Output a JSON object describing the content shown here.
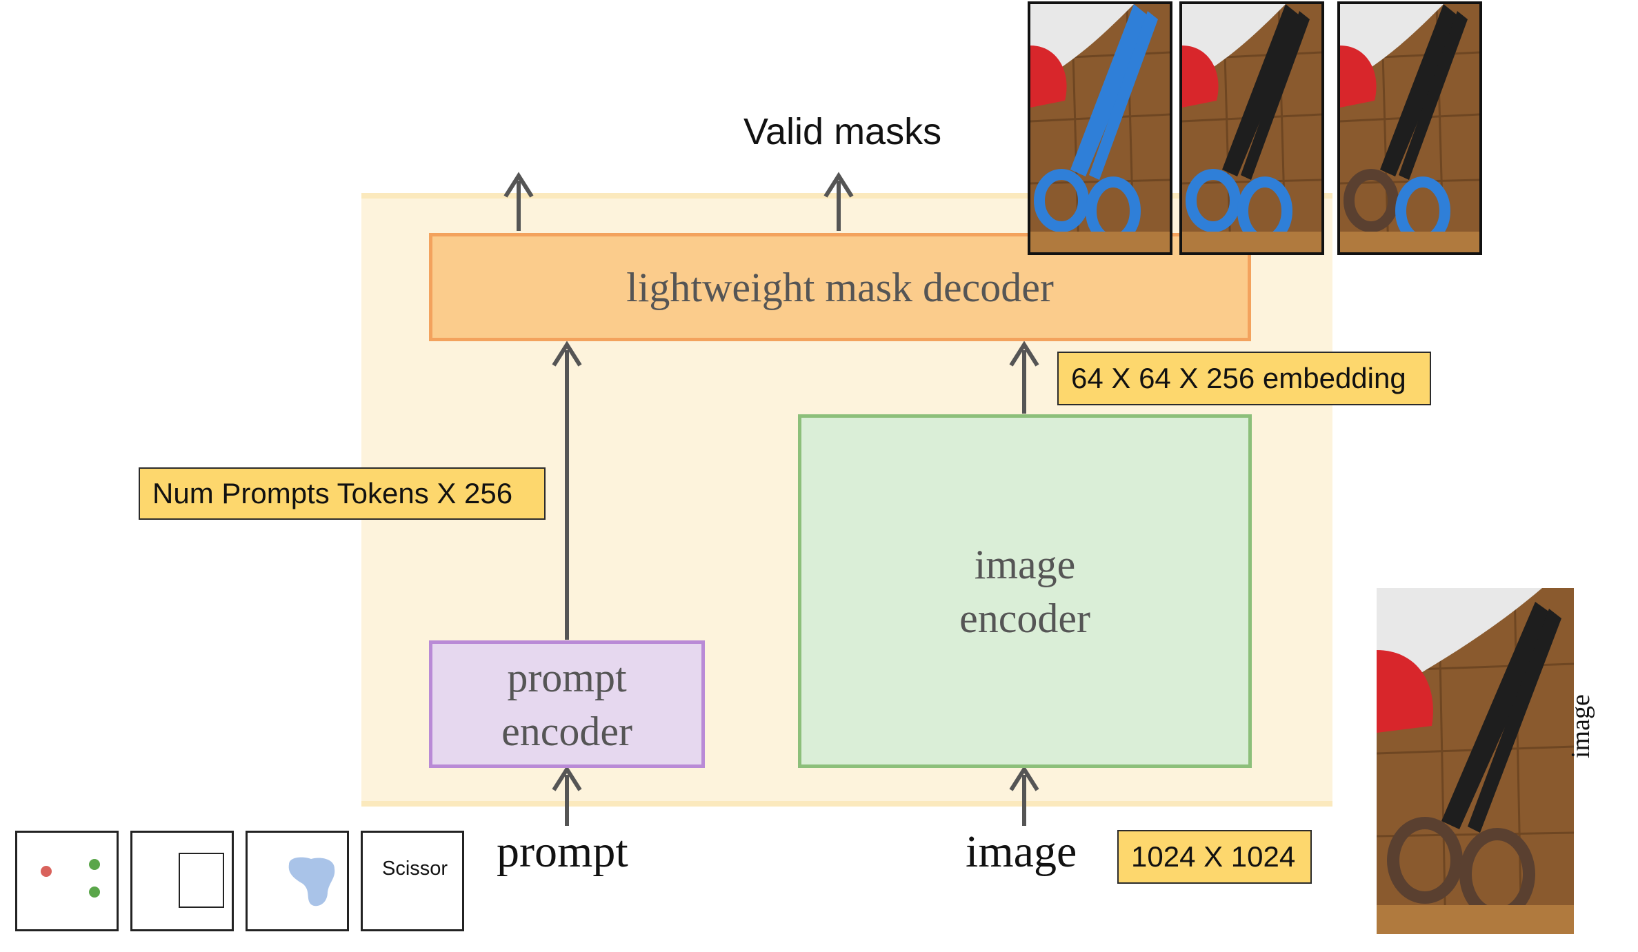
{
  "diagram": {
    "valid_masks": "Valid masks",
    "decoder_label": "lightweight mask decoder",
    "image_encoder_label": "image\nencoder",
    "prompt_encoder_label": "prompt\nencoder",
    "tag_tokens": "Num Prompts Tokens X 256",
    "tag_embedding": "64 X 64 X 256 embedding",
    "tag_image_size": "1024 X 1024",
    "prompt_label": "prompt",
    "image_label": "image",
    "image_side_label": "image",
    "prompt_box_text": "Scissor"
  },
  "colors": {
    "decoder_fill": "#fbcc8c",
    "image_encoder_fill": "#daeed7",
    "prompt_encoder_fill": "#e6d8ef",
    "tag_fill": "#fdd76d",
    "mask_blue": "#2f7fd8"
  }
}
